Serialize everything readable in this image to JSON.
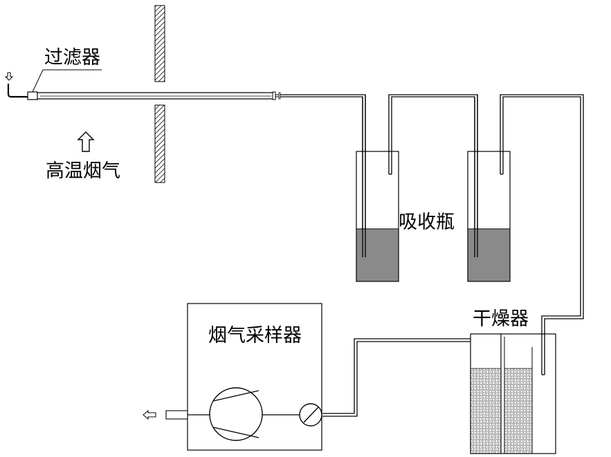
{
  "labels": {
    "filter": "过滤器",
    "hot_flue_gas": "高温烟气",
    "absorption_bottle": "吸收瓶",
    "dryer": "干燥器",
    "flue_gas_sampler": "烟气采样器"
  },
  "colors": {
    "line": "#000000",
    "wall_hatch": "#000000",
    "liquid": "#8a8a8a",
    "desiccant_bg": "#dcdcdc"
  },
  "icons": [
    "inlet-arrow-icon",
    "up-arrow-icon",
    "pump-icon",
    "flowmeter-icon",
    "exhaust-arrow-icon"
  ]
}
